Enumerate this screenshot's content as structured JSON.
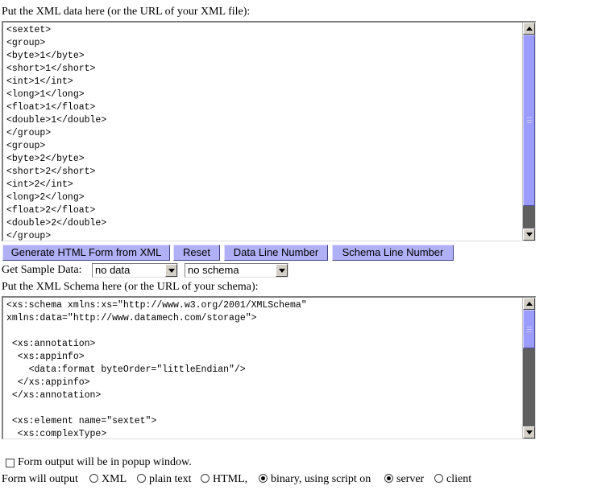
{
  "xml_section": {
    "label": "Put the XML data here (or the URL of your XML file):",
    "text": "<sextet>\n<group>\n<byte>1</byte>\n<short>1</short>\n<int>1</int>\n<long>1</long>\n<float>1</float>\n<double>1</double>\n</group>\n<group>\n<byte>2</byte>\n<short>2</short>\n<int>2</int>\n<long>2</long>\n<float>2</float>\n<double>2</double>\n</group>"
  },
  "toolbar": {
    "generate_label": "Generate HTML Form from XML",
    "reset_label": "Reset",
    "data_line_label": "Data Line Number",
    "schema_line_label": "Schema Line Number"
  },
  "sample": {
    "label": "Get Sample Data:",
    "data_selected": "no data",
    "schema_selected": "no schema"
  },
  "schema_section": {
    "label": "Put the XML Schema here (or the URL of your schema):",
    "text": "<xs:schema xmlns:xs=\"http://www.w3.org/2001/XMLSchema\"\nxmlns:data=\"http://www.datamech.com/storage\">\n\n <xs:annotation>\n  <xs:appinfo>\n    <data:format byteOrder=\"littleEndian\"/>\n  </xs:appinfo>\n </xs:annotation>\n\n <xs:element name=\"sextet\">\n  <xs:complexType>"
  },
  "options": {
    "popup_label": "Form output will be in popup window.",
    "output_label": "Form will output",
    "xml_label": "XML",
    "plain_label": "plain text",
    "html_label": "HTML,",
    "binary_label": "binary, using script on",
    "server_label": "server",
    "client_label": "client"
  },
  "colors": {
    "button_face": "#b0b0f6",
    "scroll_thumb": "#9c9cff",
    "scroll_track_dark": "#606060"
  },
  "icons": [
    "scroll-up-icon",
    "scroll-down-icon",
    "dropdown-arrow-icon",
    "scroll-grip-icon"
  ]
}
